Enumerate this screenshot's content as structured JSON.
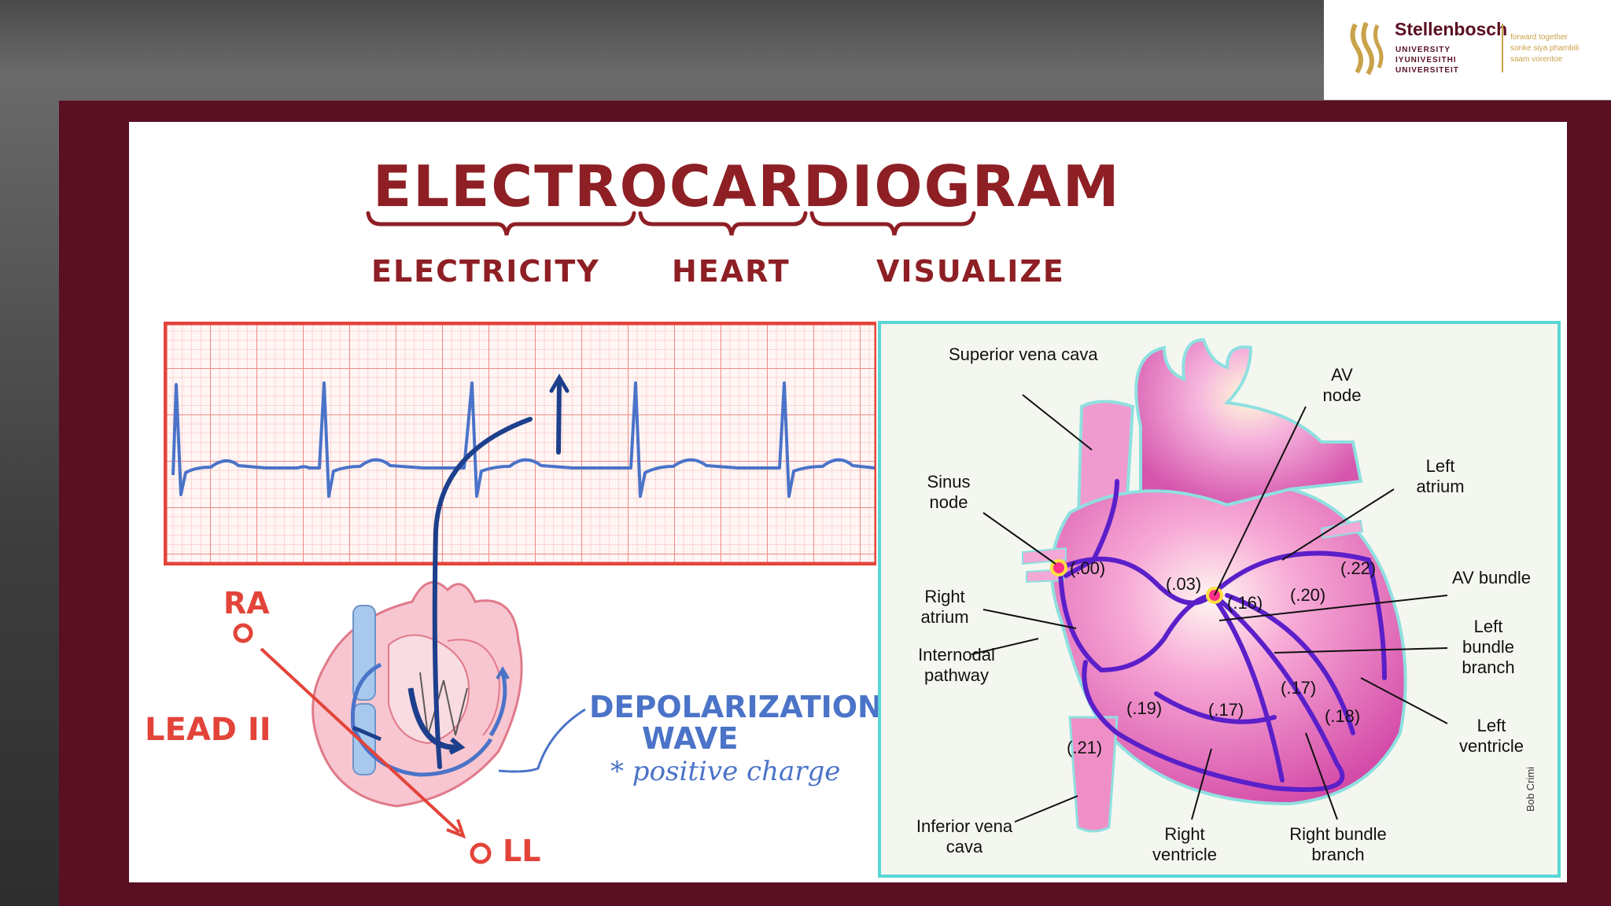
{
  "logo": {
    "name": "Stellenbosch",
    "lines": [
      "UNIVERSITY",
      "IYUNIVESITHI",
      "UNIVERSITEIT"
    ],
    "tagline": [
      "forward together",
      "sonke siya phambili",
      "saam vorentoe"
    ]
  },
  "slide": {
    "title": "ELECTROCARDIOGRAM",
    "etymology": [
      "ELECTRICITY",
      "HEART",
      "VISUALIZE"
    ],
    "lead_labels": {
      "ra": "RA",
      "lead": "LEAD II",
      "ll": "LL"
    },
    "wave_label": [
      "DEPOLARIZATION",
      "WAVE"
    ],
    "charge_note": "* positive charge"
  },
  "conduction_diagram": {
    "labels": {
      "superior_vena_cava": "Superior vena cava",
      "av_node": "AV node",
      "left_atrium": "Left atrium",
      "sinus_node": "Sinus node",
      "av_bundle": "AV bundle",
      "right_atrium": "Right atrium",
      "left_bundle_branch": "Left bundle branch",
      "internodal_pathway": "Internodal pathway",
      "left_ventricle": "Left ventricle",
      "inferior_vena_cava": "Inferior vena cava",
      "right_ventricle": "Right ventricle",
      "right_bundle_branch": "Right bundle branch"
    },
    "timings": {
      "sinus": "(.00)",
      "internodal": "(.03)",
      "av_node": "(.16)",
      "bundle": "(.20)",
      "left_upper": "(.22)",
      "rv_left": "(.19)",
      "rv_low": "(.21)",
      "septum": "(.17)",
      "lv_upper": "(.17)",
      "lv": "(.18)"
    },
    "credit": "Bob Crimi"
  },
  "colors": {
    "frame": "#5a0f22",
    "title": "#8e1f24",
    "ecg_trace": "#4b73c8",
    "grid": "#e3443a",
    "accent_border": "#5ad6d6"
  }
}
